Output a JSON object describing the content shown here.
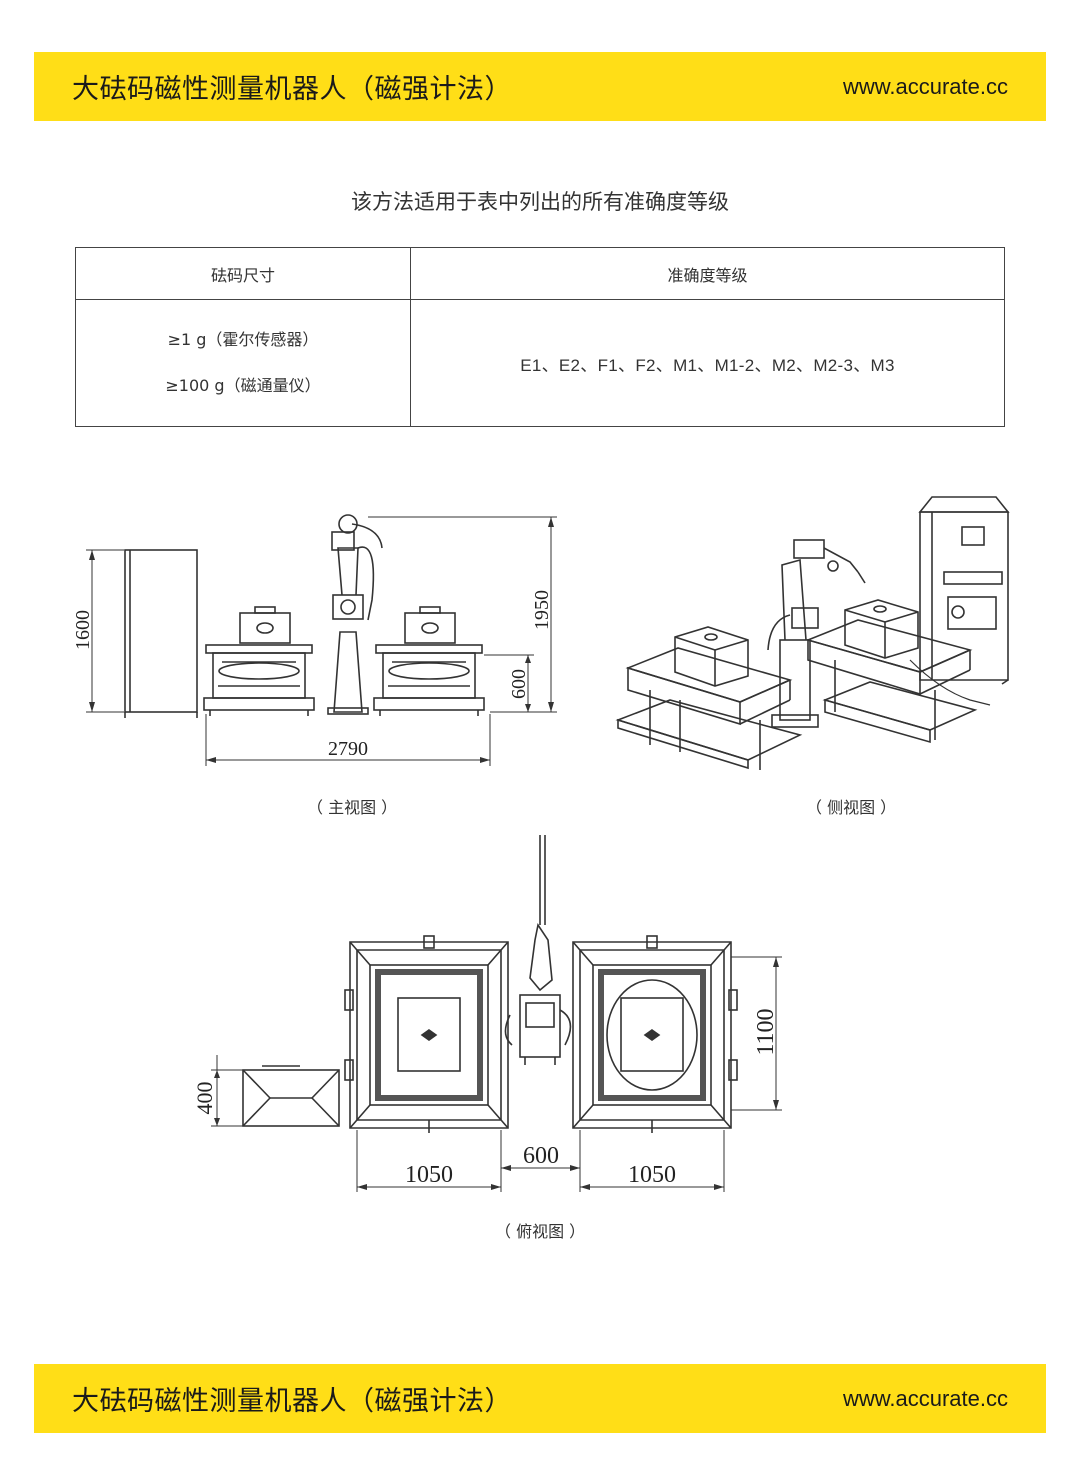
{
  "header": {
    "title": "大砝码磁性测量机器人（磁强计法）",
    "url": "www.accurate.cc"
  },
  "intro": "该方法适用于表中列出的所有准确度等级",
  "table": {
    "headers": [
      "砝码尺寸",
      "准确度等级"
    ],
    "sizes": [
      "≥1 g（霍尔传感器）",
      "≥100 g（磁通量仪）"
    ],
    "grades": "E1、E2、F1、F2、M1、M1-2、M2、M2-3、M3"
  },
  "drawings": {
    "front": {
      "caption": "（ 主视图 ）",
      "dims": {
        "cabinet_height": "1600",
        "robot_height": "1950",
        "base_height": "600",
        "width": "2790"
      }
    },
    "side": {
      "caption": "（ 侧视图 ）"
    },
    "top": {
      "caption": "（ 俯视图 ）",
      "dims": {
        "depth": "1100",
        "cabinet": "400",
        "left_width": "1050",
        "gap": "600",
        "right_width": "1050"
      }
    }
  },
  "footer": {
    "title": "大砝码磁性测量机器人（磁强计法）",
    "url": "www.accurate.cc"
  },
  "colors": {
    "brand_yellow": "#FFDE17",
    "text": "#222222",
    "line": "#333333"
  }
}
